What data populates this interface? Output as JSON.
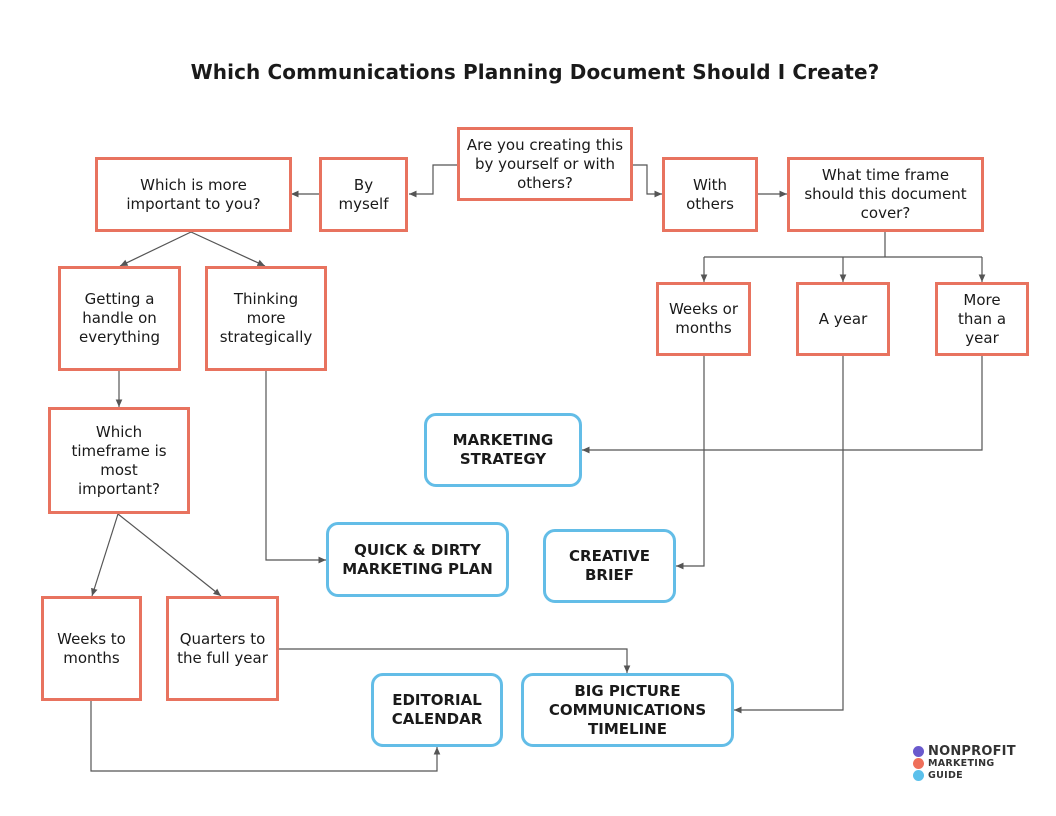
{
  "title": "Which Communications Planning Document Should I Create?",
  "colors": {
    "question_border": "#e8735f",
    "outcome_border": "#63bde7",
    "connector": "#555555"
  },
  "nodes": {
    "start": "Are you creating this by yourself or with others?",
    "by_myself": "By myself",
    "which_important": "Which is more important to you?",
    "getting_handle": "Getting a handle on everything",
    "thinking_strategic": "Thinking more strategically",
    "which_timeframe": "Which timeframe is most important?",
    "weeks_to_months": "Weeks to months",
    "quarters_full_year": "Quarters to the full year",
    "with_others": "With others",
    "what_time_frame": "What time frame should this document cover?",
    "weeks_or_months": "Weeks or months",
    "a_year": "A year",
    "more_than_year": "More than a year"
  },
  "outcomes": {
    "marketing_strategy": "MARKETING STRATEGY",
    "quick_dirty": "QUICK & DIRTY MARKETING PLAN",
    "creative_brief": "CREATIVE BRIEF",
    "editorial_calendar": "EDITORIAL CALENDAR",
    "big_picture": "BIG PICTURE COMMUNICATIONS TIMELINE"
  },
  "logo": {
    "line1": "NONPROFIT",
    "line2": "MARKETING",
    "line3": "GUIDE",
    "dot_colors": [
      "#6a5acd",
      "#ef6f5a",
      "#5bc0eb"
    ]
  }
}
